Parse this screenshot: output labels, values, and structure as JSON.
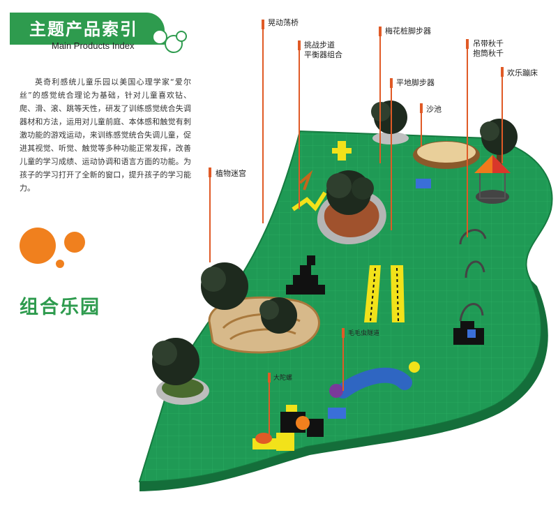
{
  "header": {
    "title": "主题产品索引",
    "subtitle": "Main Products Index"
  },
  "intro": {
    "text": "英奇利感统儿童乐园以美国心理学家“爱尔丝”的感觉统合理论为基础，针对儿童喜欢钻、爬、滑、滚、跳等天性，研发了训练感觉统合失调器材和方法，运用对儿童前庭、本体感和触觉有刺激功能的游戏运动，来训练感觉统合失调儿童，促进其视觉、听觉、触觉等多种功能正常发挥，改善儿童的学习成绩、运动协调和语言方面的功能。为孩子的学习打开了全新的窗口，提升孩子的学习能力。"
  },
  "section": {
    "title": "组合乐园"
  },
  "labels": {
    "swing_bridge": "晃动荡桥",
    "challenge_path_line1": "挑战步道",
    "challenge_path_line2": "平衡器组合",
    "plum_stakes": "梅花桩脚步器",
    "hanging_swing_line1": "吊带秋千",
    "hanging_swing_line2": "抱筒秋千",
    "flat_stepper": "平地脚步器",
    "trampoline": "欢乐蹦床",
    "sandpit": "沙池",
    "plant_maze": "植物迷宫",
    "caterpillar_tunnel": "毛毛虫隧道",
    "big_top": "大陀螺"
  },
  "colors": {
    "brand_green": "#2e9b4e",
    "court_green": "#1f9a55",
    "accent_orange": "#f0801e",
    "marker_orange": "#e05a26",
    "tile_yellow": "#f2e21a",
    "tile_blue": "#3a6fd8"
  }
}
